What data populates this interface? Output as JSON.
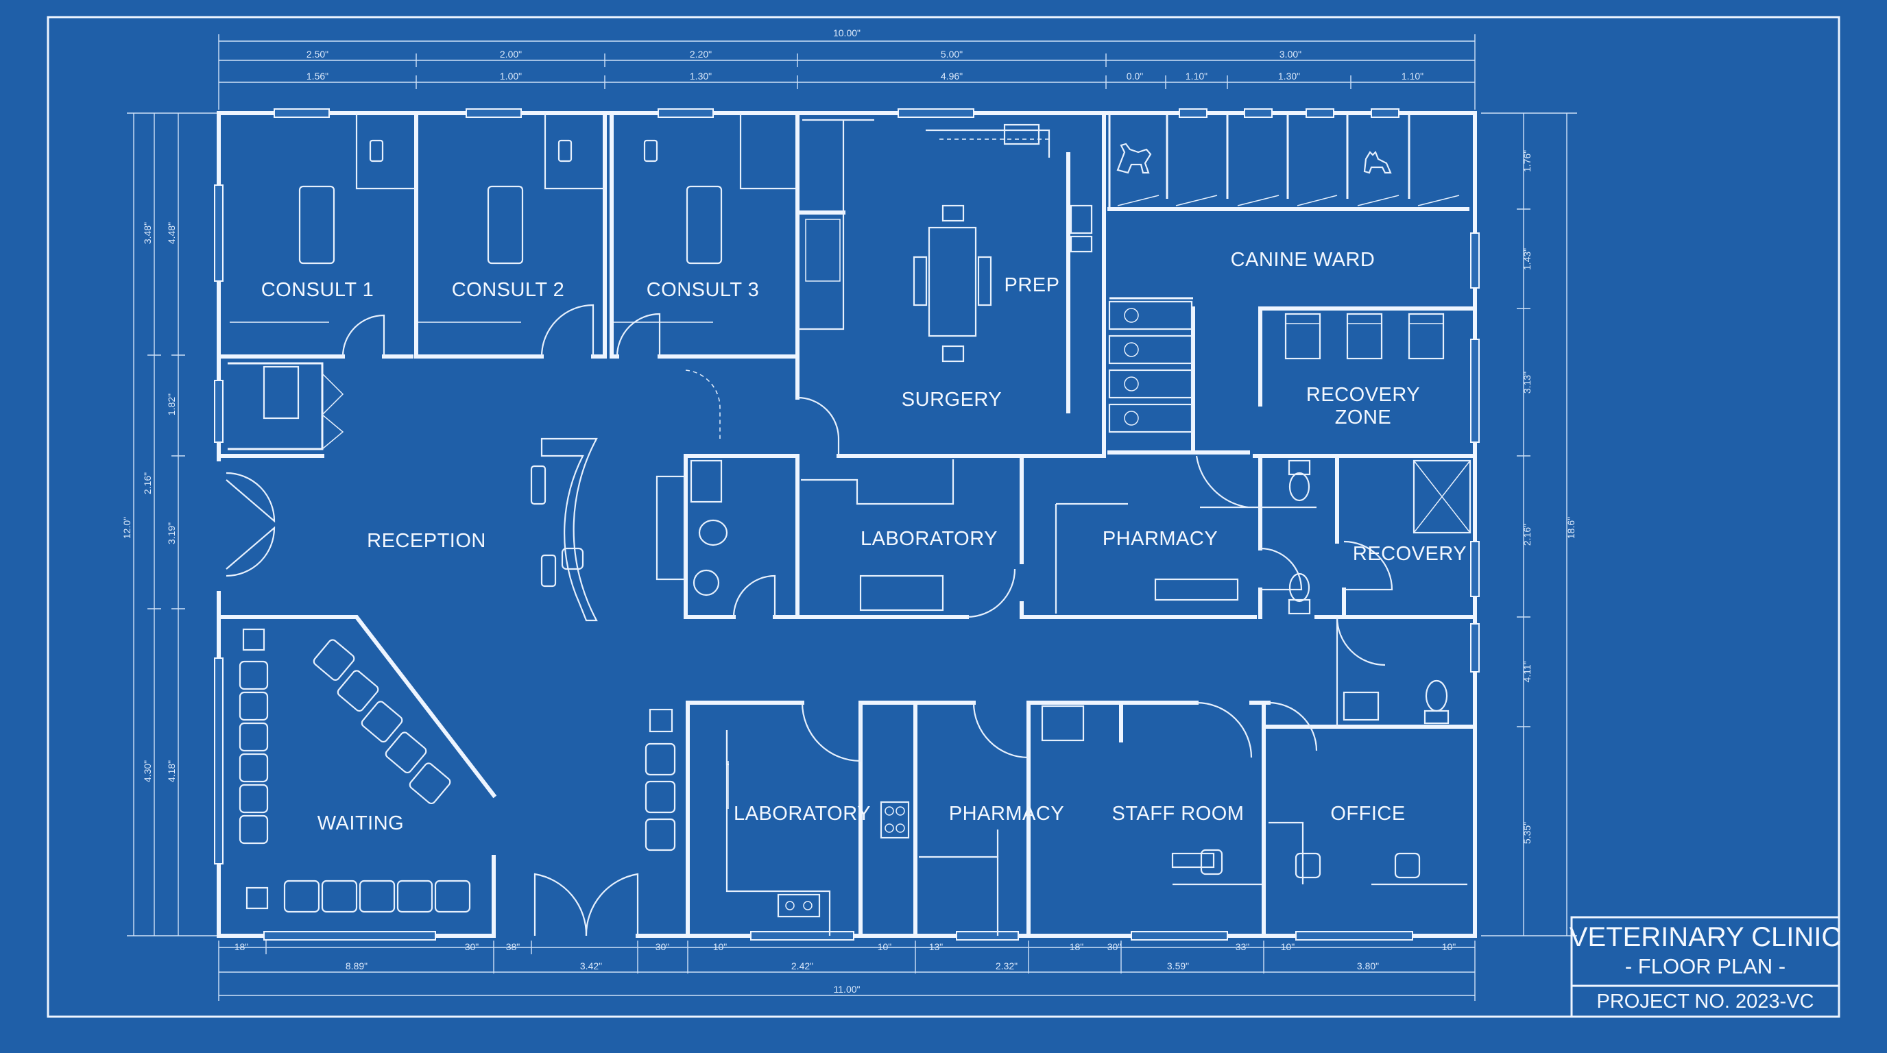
{
  "rooms": {
    "consult1": "CONSULT 1",
    "consult2": "CONSULT 2",
    "consult3": "CONSULT 3",
    "prep": "PREP",
    "surgery": "SURGERY",
    "canine_ward": "CANINE WARD",
    "recovery_zone_l1": "RECOVERY",
    "recovery_zone_l2": "ZONE",
    "reception": "RECEPTION",
    "laboratory_upper": "LABORATORY",
    "pharmacy_upper": "PHARMACY",
    "recovery": "RECOVERY",
    "waiting": "WAITING",
    "laboratory_lower": "LABORATORY",
    "pharmacy_lower": "PHARMACY",
    "staff_room": "STAFF ROOM",
    "office": "OFFICE"
  },
  "dimensions": {
    "top_overall": "10.00\"",
    "top_row1": [
      "2.50\"",
      "2.00\"",
      "2.20\"",
      "5.00\"",
      "3.00\""
    ],
    "top_row2": [
      "1.56\"",
      "1.00\"",
      "1.30\"",
      "4.96\"",
      "0.0\"",
      "1.10\"",
      "1.30\"",
      "1.10\""
    ],
    "bottom_row1": [
      "18\"",
      "30\"",
      "38\"",
      "30\"",
      "10\"",
      "10\"",
      "13\"",
      "18\"",
      "30\"",
      "33\"",
      "10\"",
      "10\""
    ],
    "bottom_row2": [
      "8.89\"",
      "3.42\"",
      "2.42\"",
      "2.32\"",
      "3.59\"",
      "3.80\""
    ],
    "bottom_overall": "11.00\"",
    "left_outer": "12.0\"",
    "left_mid": [
      "3.48\"",
      "2.16\"",
      "4.30\""
    ],
    "left_inner": [
      "4.48\"",
      "1.82\"",
      "3.19\"",
      "4.18\""
    ],
    "right_inner": [
      "1.76\"",
      "1.43\"",
      "3.13\"",
      "2.16\"",
      "4.11\"",
      "5.35\""
    ],
    "right_outer": "18.6\""
  },
  "title_block": {
    "title": "VETERINARY CLINIC",
    "subtitle": "- FLOOR PLAN -",
    "project": "PROJECT NO. 2023-VC"
  },
  "icons": [
    "dog-icon",
    "cat-icon"
  ],
  "colors": {
    "background": "#1f5fa8",
    "lines": "#eef5ff"
  }
}
